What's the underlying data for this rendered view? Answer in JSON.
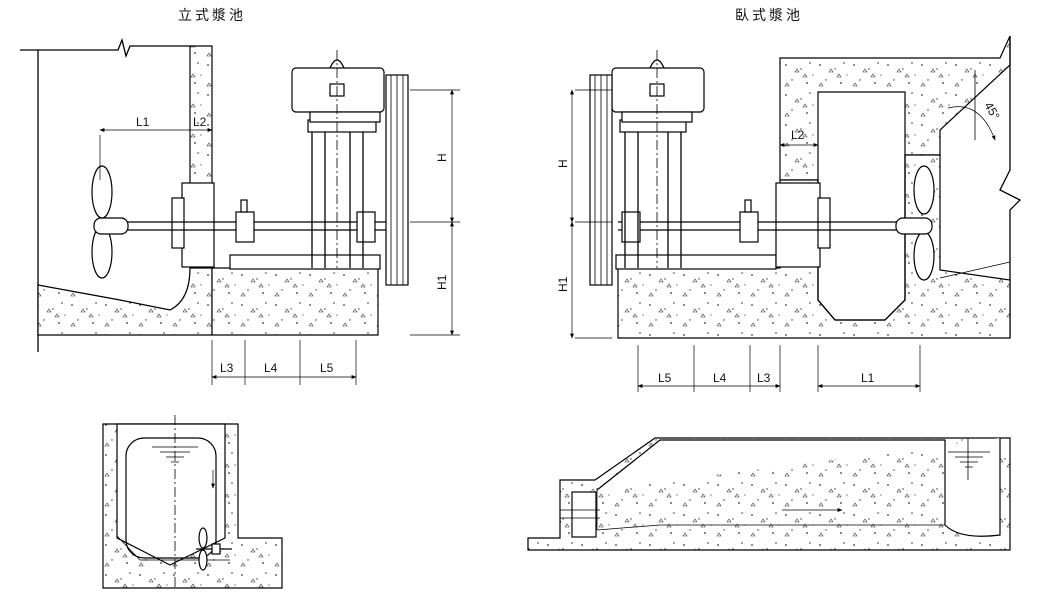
{
  "titles": {
    "vertical": "立式漿池",
    "horizontal": "臥式漿池"
  },
  "labels": {
    "l1": "L1",
    "l2": "L2",
    "l3": "L3",
    "l4": "L4",
    "l5": "L5",
    "h": "H",
    "h1": "H1",
    "angle": "45°"
  }
}
